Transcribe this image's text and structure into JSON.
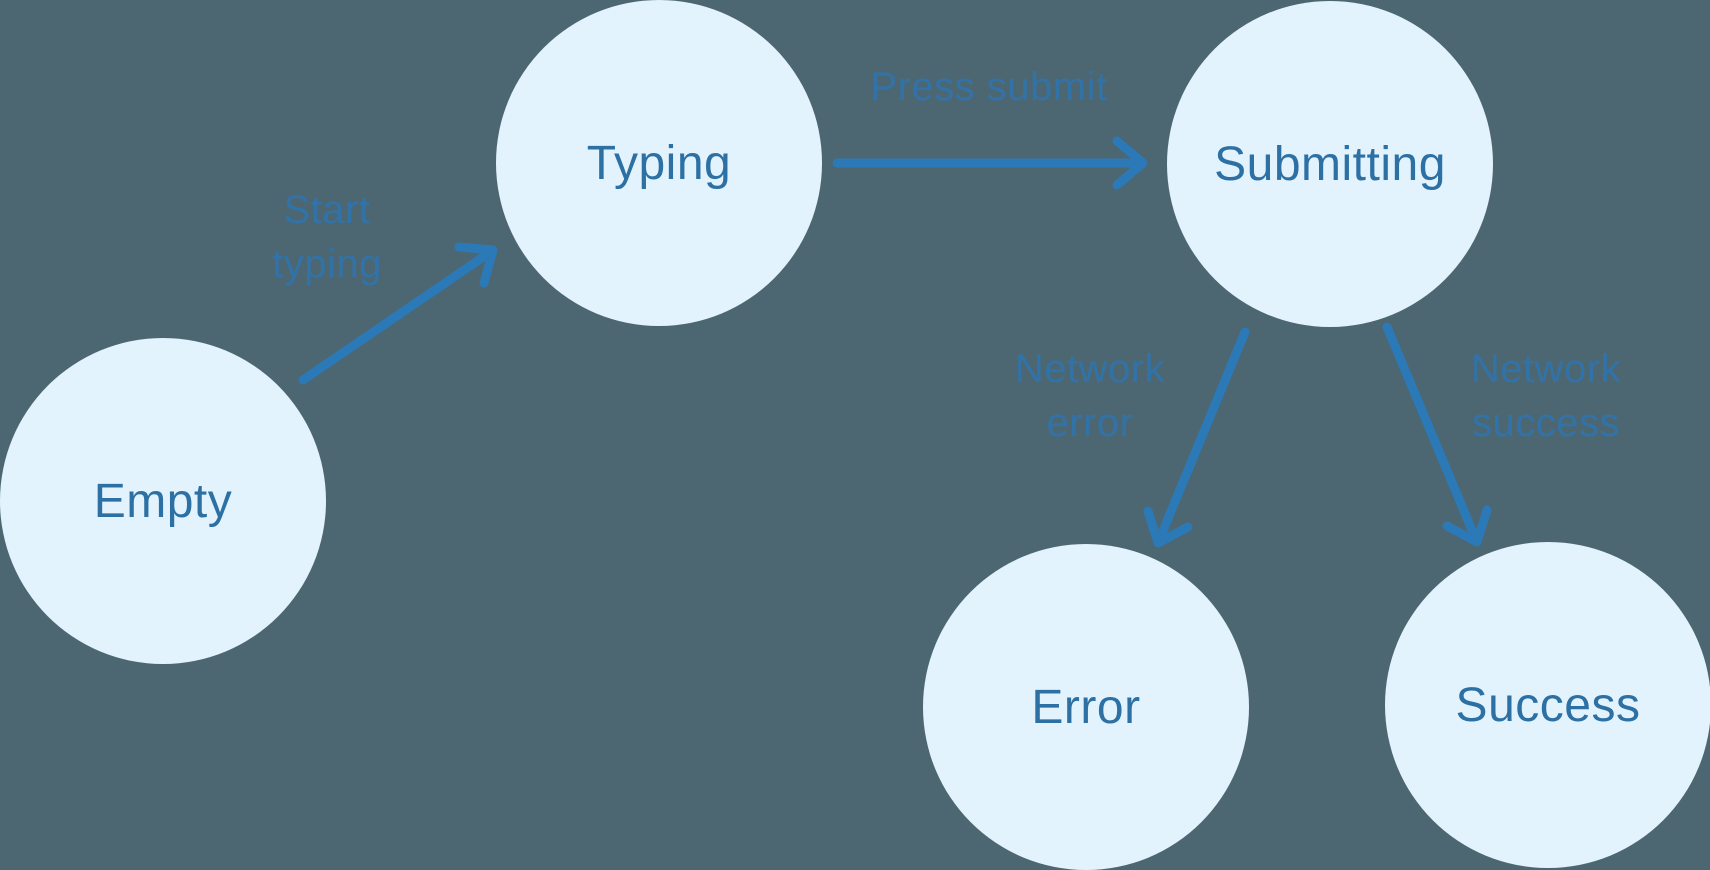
{
  "canvas": {
    "background": "#4C6771"
  },
  "colors": {
    "node_fill": "#E2F3FD",
    "node_text": "#2C70A4",
    "edge_label": "#3173A9",
    "arrow": "#2B79B6"
  },
  "diagram": {
    "type": "state-machine",
    "nodes": [
      {
        "id": "empty",
        "label": "Empty"
      },
      {
        "id": "typing",
        "label": "Typing"
      },
      {
        "id": "submitting",
        "label": "Submitting"
      },
      {
        "id": "error",
        "label": "Error"
      },
      {
        "id": "success",
        "label": "Success"
      }
    ],
    "edges": [
      {
        "from": "empty",
        "to": "typing",
        "label": "Start typing",
        "lines": [
          "Start",
          "typing"
        ]
      },
      {
        "from": "typing",
        "to": "submitting",
        "label": "Press submit",
        "lines": [
          "Press submit"
        ]
      },
      {
        "from": "submitting",
        "to": "error",
        "label": "Network error",
        "lines": [
          "Network",
          "error"
        ]
      },
      {
        "from": "submitting",
        "to": "success",
        "label": "Network success",
        "lines": [
          "Network",
          "success"
        ]
      }
    ]
  }
}
